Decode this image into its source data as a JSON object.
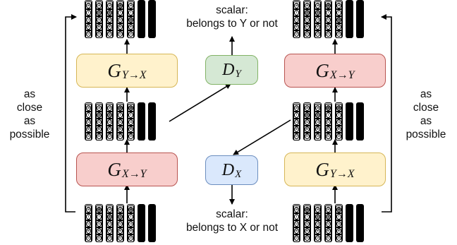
{
  "generators": {
    "g_y_to_x_top": {
      "symbol": "G",
      "subscript": "Y→X"
    },
    "g_x_to_y_top": {
      "symbol": "G",
      "subscript": "X→Y"
    },
    "g_x_to_y_bottom": {
      "symbol": "G",
      "subscript": "X→Y"
    },
    "g_y_to_x_bottom": {
      "symbol": "G",
      "subscript": "Y→X"
    }
  },
  "discriminators": {
    "d_y": {
      "symbol": "D",
      "subscript": "Y"
    },
    "d_x": {
      "symbol": "D",
      "subscript": "X"
    }
  },
  "labels": {
    "top_scalar_line1": "scalar:",
    "top_scalar_line2": "belongs to Y or not",
    "bottom_scalar_line1": "scalar:",
    "bottom_scalar_line2": "belongs to X or not",
    "left_side": [
      "as",
      "close",
      "as",
      "possible"
    ],
    "right_side": [
      "as",
      "close",
      "as",
      "possible"
    ]
  },
  "sequence_letters": [
    "a",
    "i",
    "u",
    "e",
    "o"
  ],
  "colors": {
    "generator_y_to_x_fill": "#fff2cc",
    "generator_x_to_y_fill": "#f8cecc",
    "discriminator_y_fill": "#d5e8d4",
    "discriminator_x_fill": "#dae8fc"
  }
}
